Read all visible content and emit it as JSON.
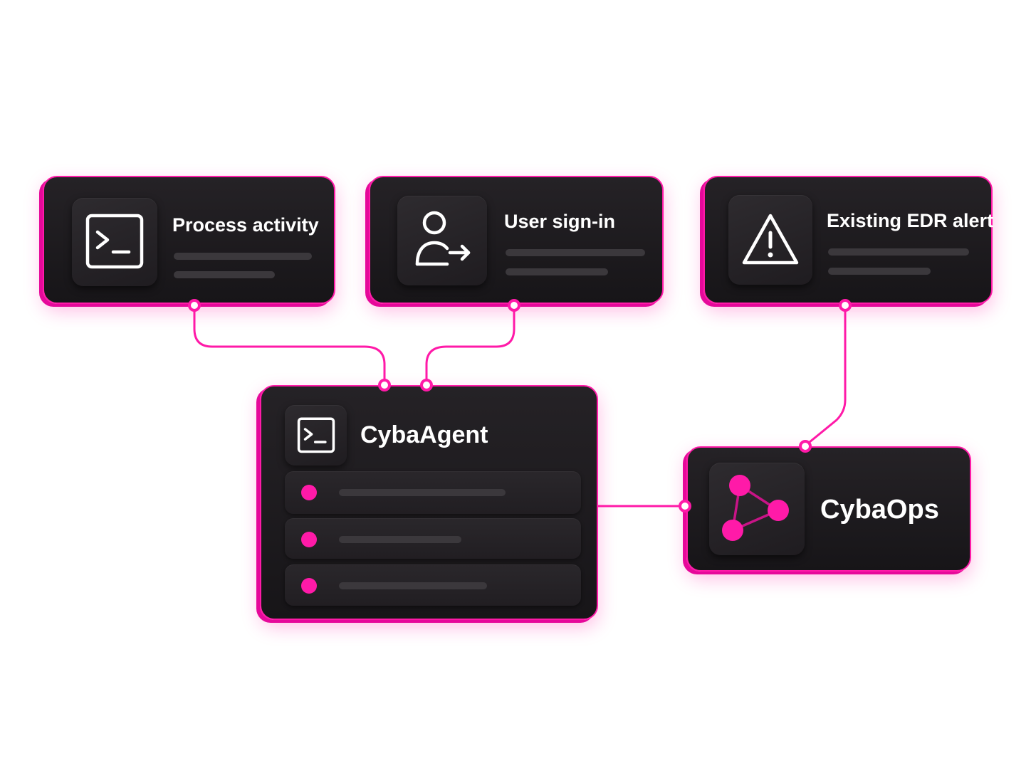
{
  "nodes": {
    "process_activity": {
      "title": "Process activity",
      "icon": "terminal-icon"
    },
    "user_sign_in": {
      "title": "User sign-in",
      "icon": "user-sign-in-icon"
    },
    "edr_alert": {
      "title": "Existing EDR alert",
      "icon": "warning-icon"
    },
    "cyba_agent": {
      "title": "CybaAgent",
      "icon": "terminal-icon",
      "rows": 3
    },
    "cyba_ops": {
      "title": "CybaOps",
      "icon": "graph-nodes-icon"
    }
  },
  "colors": {
    "accent": "#ff1aa8",
    "card_bg": "#1c1a1d",
    "placeholder_bar": "#3b383c",
    "text": "#ffffff"
  }
}
